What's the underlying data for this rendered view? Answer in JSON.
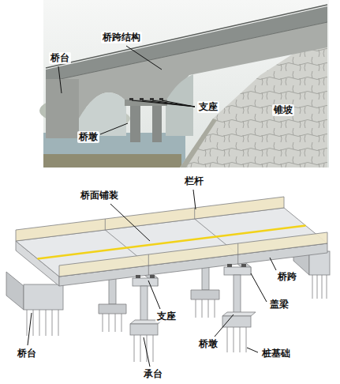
{
  "diagram": {
    "labels": [
      "桥跨结构",
      "桥台",
      "支座",
      "锥坡",
      "桥墩",
      "栏杆",
      "桥面铺装",
      "桥跨",
      "盖梁",
      "支座",
      "桥墩",
      "桩基础",
      "桥台",
      "承台"
    ]
  }
}
